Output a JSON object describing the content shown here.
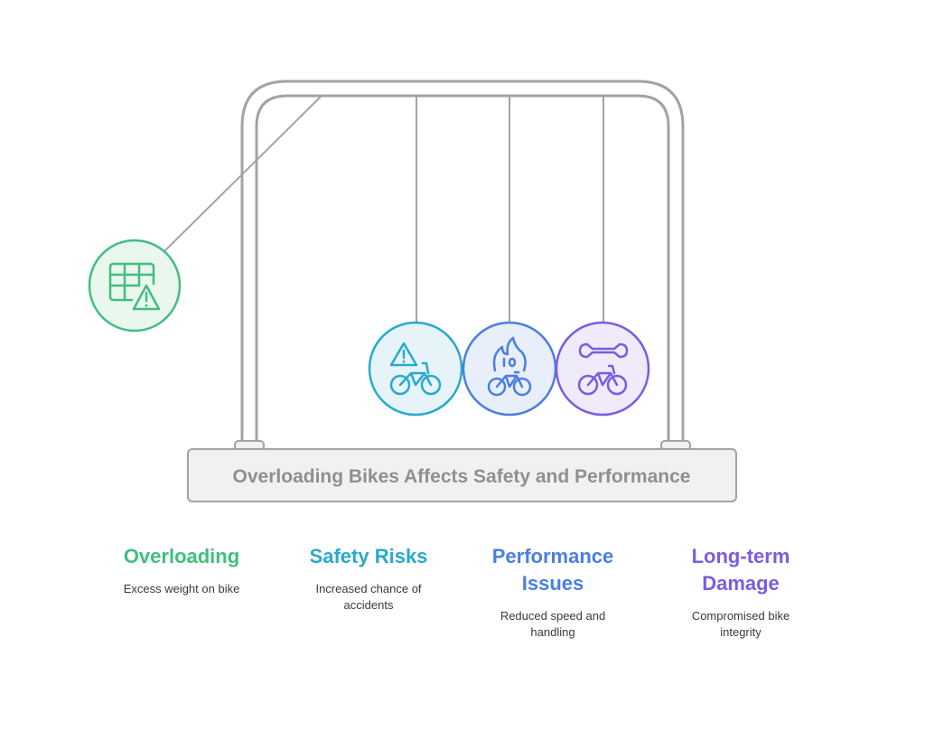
{
  "title": "Overloading Bikes Affects Safety and Performance",
  "colors": {
    "frame": "#a3a3a3",
    "base_fill": "#f1f1f1",
    "base_text": "#8f8f8f",
    "green": "#3fbf7f",
    "green_fill": "#e9f7ee",
    "teal": "#28a9cf",
    "teal_fill": "#e6f4fa",
    "blue": "#4a7fe0",
    "blue_fill": "#e9eefb",
    "purple": "#7b5ce0",
    "purple_fill": "#efebfb"
  },
  "items": [
    {
      "title": "Overloading",
      "description": "Excess weight on bike",
      "icon": "table-warning-icon",
      "color_key": "green"
    },
    {
      "title": "Safety Risks",
      "description": "Increased chance of accidents",
      "icon": "warning-bike-icon",
      "color_key": "teal"
    },
    {
      "title": "Performance Issues",
      "description": "Reduced speed and handling",
      "icon": "fire-bike-icon",
      "color_key": "blue"
    },
    {
      "title": "Long-term Damage",
      "description": "Compromised bike integrity",
      "icon": "wrench-bike-icon",
      "color_key": "purple"
    }
  ]
}
